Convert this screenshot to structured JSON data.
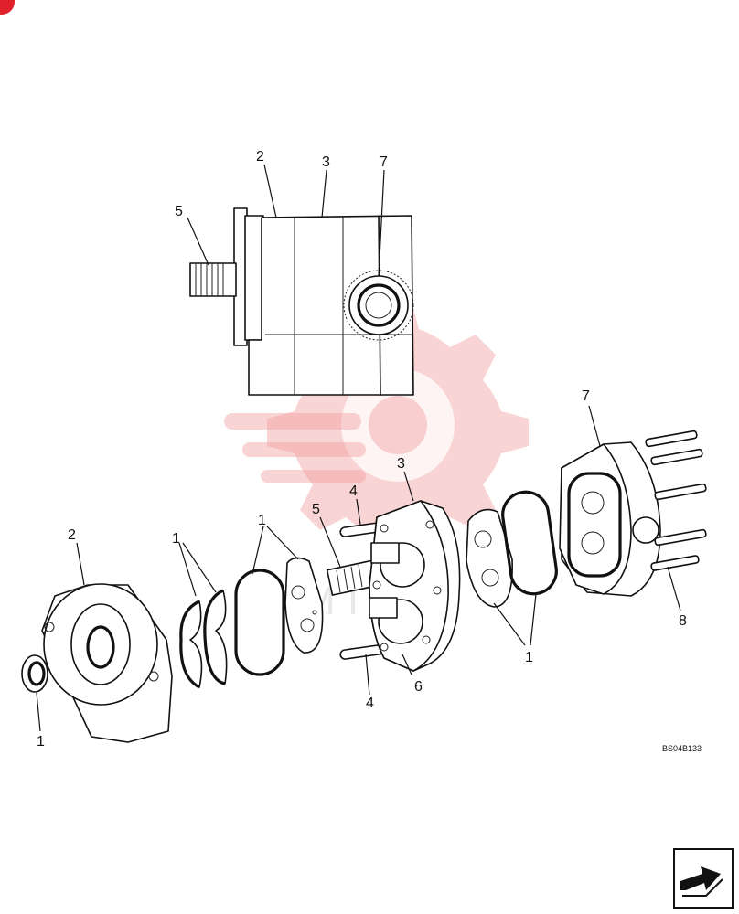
{
  "diagram": {
    "callouts": {
      "top_2": "2",
      "top_3": "3",
      "top_7": "7",
      "top_5": "5",
      "ex_2": "2",
      "ex_1_seal": "1",
      "ex_1_rings": "1",
      "ex_1_oring": "1",
      "ex_5": "5",
      "ex_4_top": "4",
      "ex_4_bottom": "4",
      "ex_3": "3",
      "ex_6": "6",
      "ex_1_right": "1",
      "ex_7": "7",
      "ex_8": "8"
    },
    "reference_code": "BS04B133",
    "watermark_text": "MTRX"
  },
  "colors": {
    "badge": "#e0202a",
    "watermark": "#f2a0a0",
    "line": "#111111"
  },
  "icons": {
    "nav": "next-page-arrow-icon",
    "badge": "logo-badge-icon"
  }
}
